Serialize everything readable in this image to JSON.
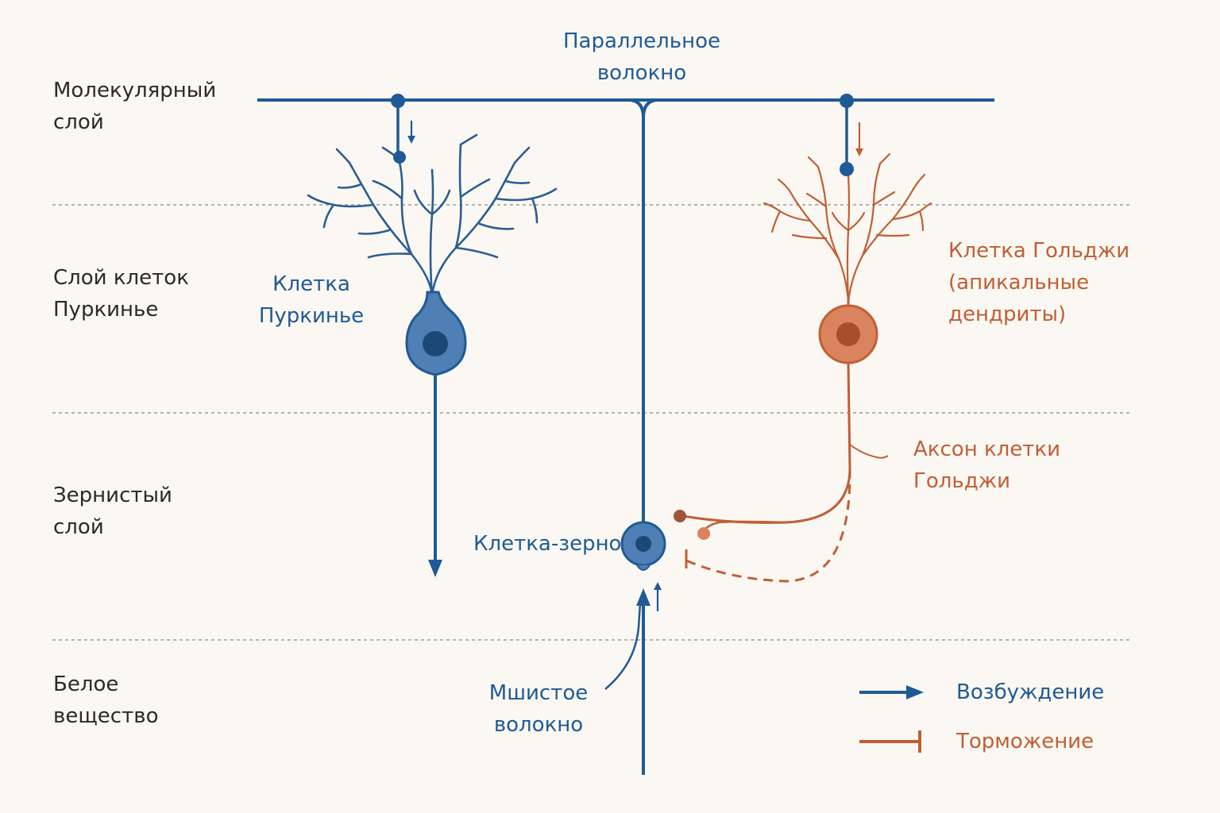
{
  "layers": {
    "molecular": "Молекулярный\nслой",
    "purkinje": "Слой клеток\nПуркинье",
    "granular": "Зернистый\nслой",
    "white": "Белое\nвещество"
  },
  "labels": {
    "parallel_fiber": "Параллельное\nволокно",
    "purkinje_cell": "Клетка\nПуркинье",
    "golgi_cell": "Клетка Гольджи\n(апикальные\nдендриты)",
    "golgi_axon": "Аксон клетки\nГольджи",
    "granule_cell": "Клетка-зерно",
    "mossy_fiber": "Мшистое\nволокно"
  },
  "legend": {
    "excitation": "Возбуждение",
    "inhibition": "Торможение"
  },
  "colors": {
    "blue": "#1f5a96",
    "blue_fill": "#4f7fb4",
    "orange": "#c25e34",
    "orange_fill": "#d9845f",
    "divider": "#9a9a9a",
    "background": "#fbf8f3"
  }
}
